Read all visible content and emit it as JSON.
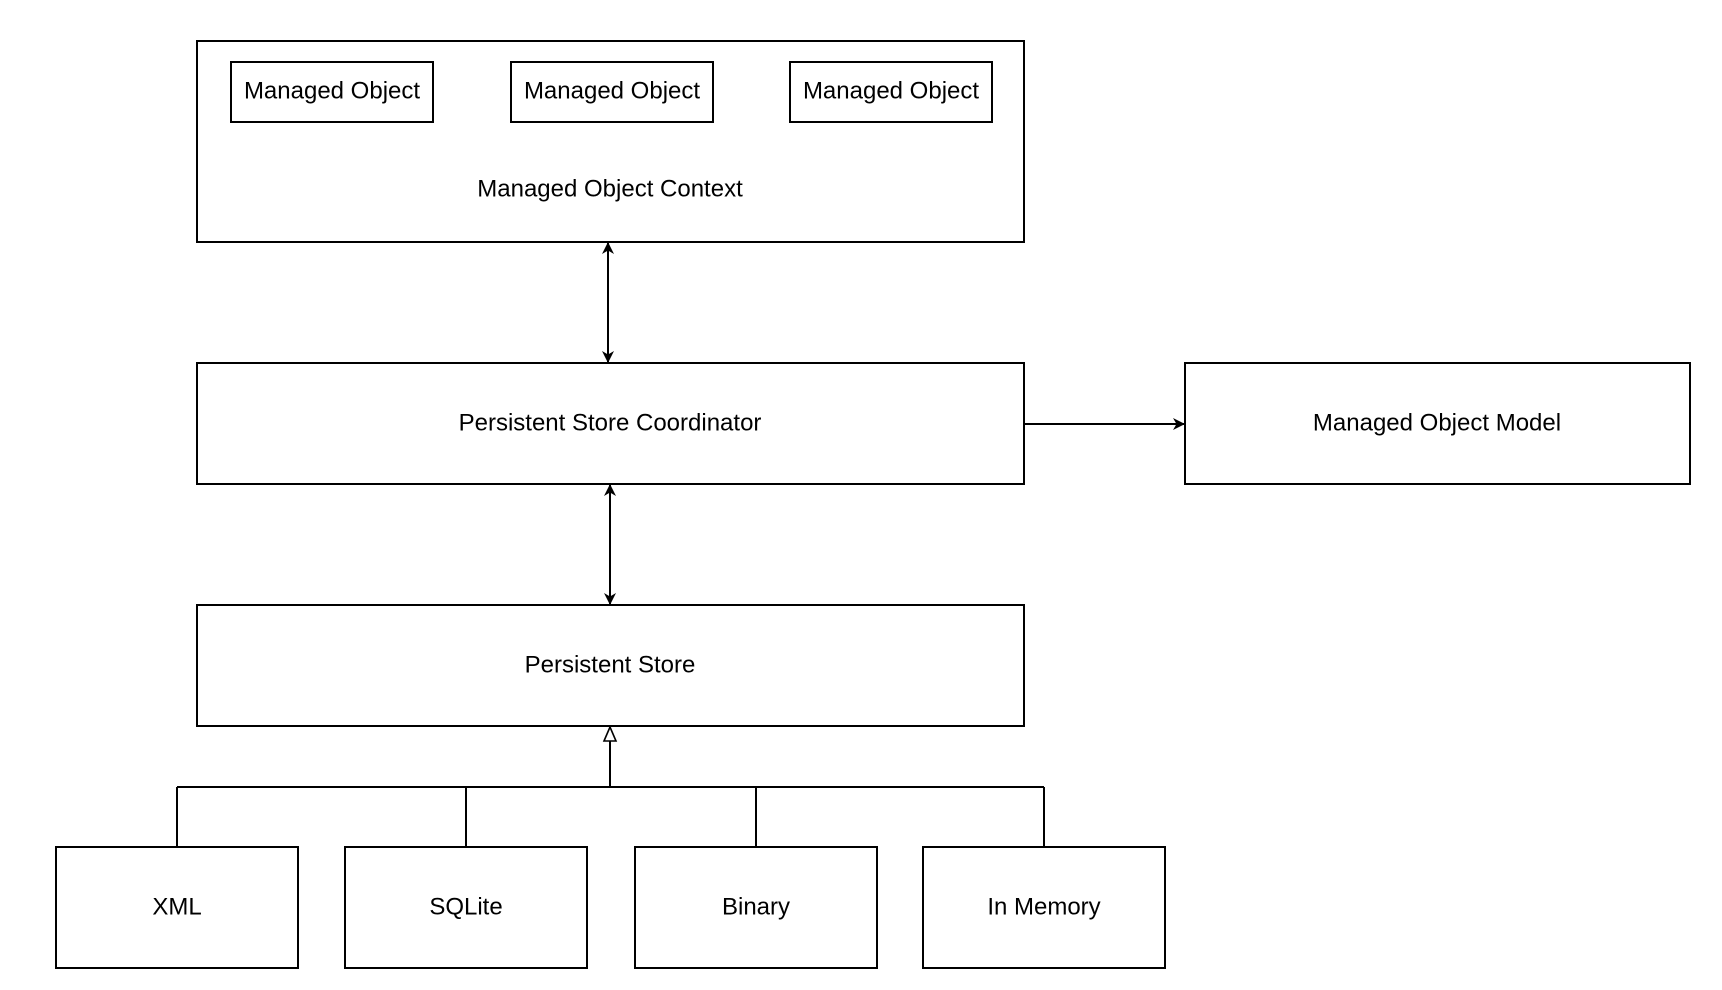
{
  "diagram": {
    "context": {
      "label": "Managed Object Context",
      "objects": [
        {
          "label": "Managed Object"
        },
        {
          "label": "Managed Object"
        },
        {
          "label": "Managed Object"
        }
      ]
    },
    "coordinator": {
      "label": "Persistent Store Coordinator"
    },
    "model": {
      "label": "Managed Object Model"
    },
    "store": {
      "label": "Persistent Store"
    },
    "store_types": [
      {
        "label": "XML"
      },
      {
        "label": "SQLite"
      },
      {
        "label": "Binary"
      },
      {
        "label": "In Memory"
      }
    ],
    "relations": [
      {
        "from": "context",
        "to": "coordinator",
        "kind": "bidirectional"
      },
      {
        "from": "coordinator",
        "to": "model",
        "kind": "directed"
      },
      {
        "from": "coordinator",
        "to": "store",
        "kind": "bidirectional"
      },
      {
        "from": "store_types",
        "to": "store",
        "kind": "inheritance"
      }
    ],
    "colors": {
      "stroke": "#000000",
      "fill": "#ffffff",
      "text": "#000000"
    }
  }
}
